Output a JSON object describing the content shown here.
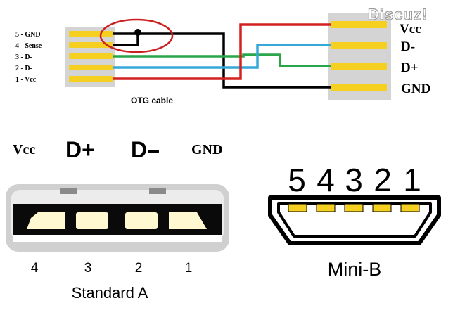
{
  "watermark": "Discuz!",
  "otg": {
    "left_pins": [
      "5 - GND",
      "4 - Sense",
      "3 - D-",
      "2 - D-",
      "1 - Vcc"
    ],
    "right_pins": [
      "Vcc",
      "D-",
      "D+",
      "GND"
    ],
    "caption": "OTG cable"
  },
  "standard_a": {
    "signals": [
      "Vcc",
      "D+",
      "D–",
      "GND"
    ],
    "pin_numbers": [
      "4",
      "3",
      "2",
      "1"
    ],
    "caption": "Standard A"
  },
  "mini_b": {
    "pin_numbers": [
      "5",
      "4",
      "3",
      "2",
      "1"
    ],
    "caption": "Mini-B"
  },
  "colors": {
    "pin_gold": "#f5d020",
    "gnd_wire": "#000000",
    "dplus_wire": "#2aa64a",
    "dminus_wire": "#35a8d8",
    "vcc_wire": "#d42020",
    "highlight_circle": "#cc1f1f"
  }
}
